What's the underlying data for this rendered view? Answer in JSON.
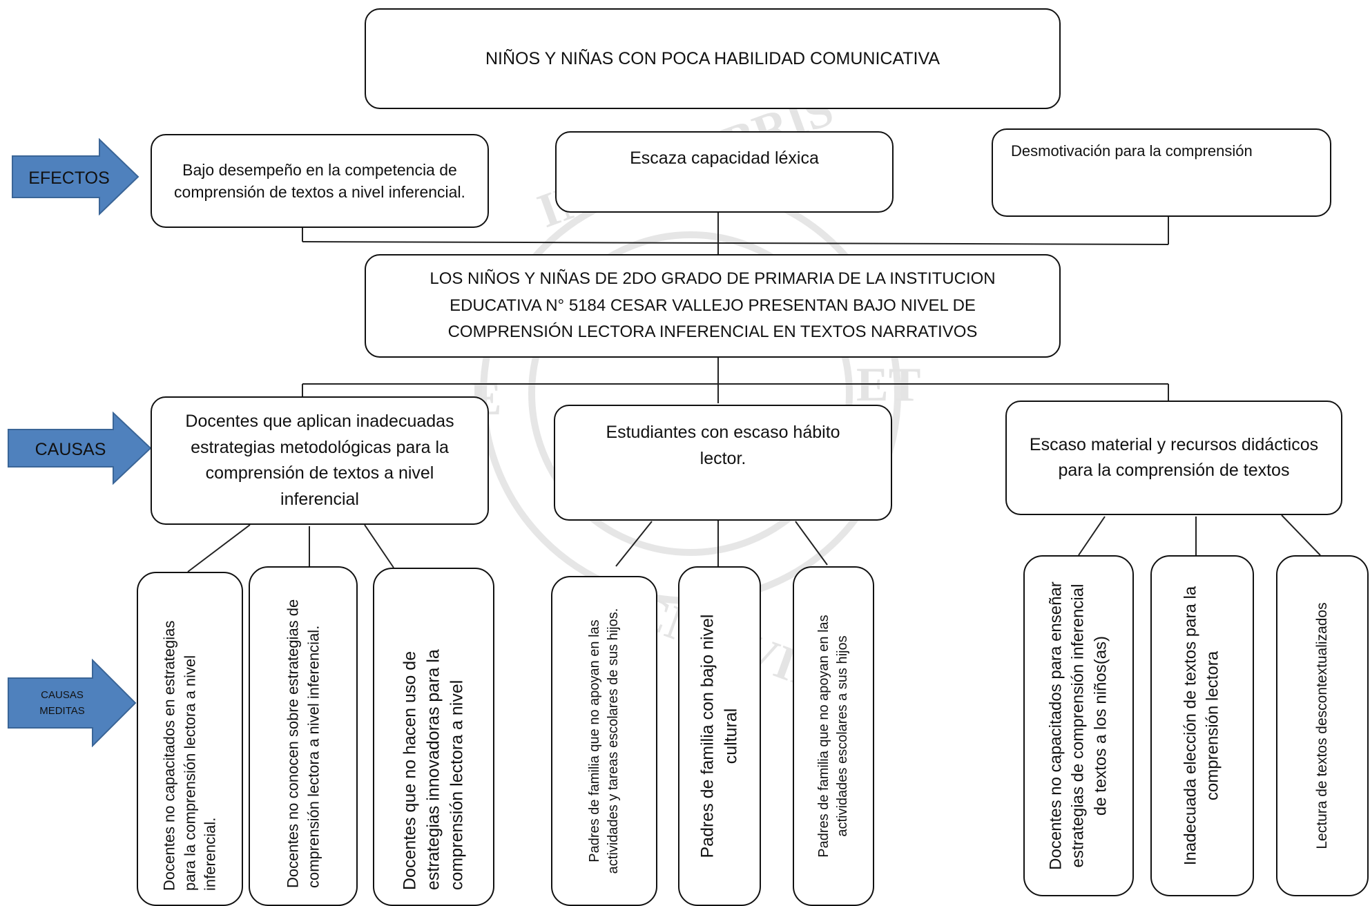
{
  "title_box": "NIÑOS  Y NIÑAS CON  POCA HABILIDAD COMUNICATIVA",
  "arrows": {
    "efectos": "EFECTOS",
    "causas": "CAUSAS",
    "causas_meditas": "CAUSAS MEDITAS"
  },
  "effects": [
    "Bajo desempeño en la competencia de comprensión  de textos a nivel inferencial.",
    "Escaza capacidad léxica",
    "Desmotivación para la comprensión"
  ],
  "problem": "LOS NIÑOS Y NIÑAS DE 2DO GRADO DE PRIMARIA DE LA INSTITUCION EDUCATIVA N° 5184 CESAR VALLEJO PRESENTAN BAJO NIVEL DE COMPRENSIÓN LECTORA INFERENCIAL EN TEXTOS NARRATIVOS",
  "causes": [
    "Docentes que aplican inadecuadas estrategias metodológicas para la comprensión de textos a nivel inferencial",
    "Estudiantes con escaso hábito lector.",
    "Escaso material y recursos didácticos para la comprensión de textos"
  ],
  "sub_causes": [
    "Docentes no capacitados  en estrategias para la comprensión lectora a nivel inferencial.",
    "Docentes no conocen sobre estrategias de comprensión lectora a nivel inferencial.",
    "Docentes que no hacen uso de estrategias innovadoras   para la comprensión lectora a nivel",
    "Padres de familia  que no apoyan en las actividades y tareas  escolares de sus hijos.",
    "Padres  de familia con bajo nivel cultural",
    "Padres de familia que no apoyan en las actividades escolares a sus hijos",
    "Docentes no capacitados para enseñar estrategias de comprensión inferencial  de textos a los niños(as)",
    "Inadecuada elección de textos para la comprensión lectora",
    "Lectura de textos descontextualizados"
  ],
  "watermark": [
    "IN TENEBRIS",
    "MCMXVII",
    "E",
    "ET"
  ],
  "colors": {
    "arrow_fill": "#4F81BD",
    "arrow_stroke": "#3A6597",
    "box_border": "#111111",
    "watermark": "#e4e4e4"
  }
}
